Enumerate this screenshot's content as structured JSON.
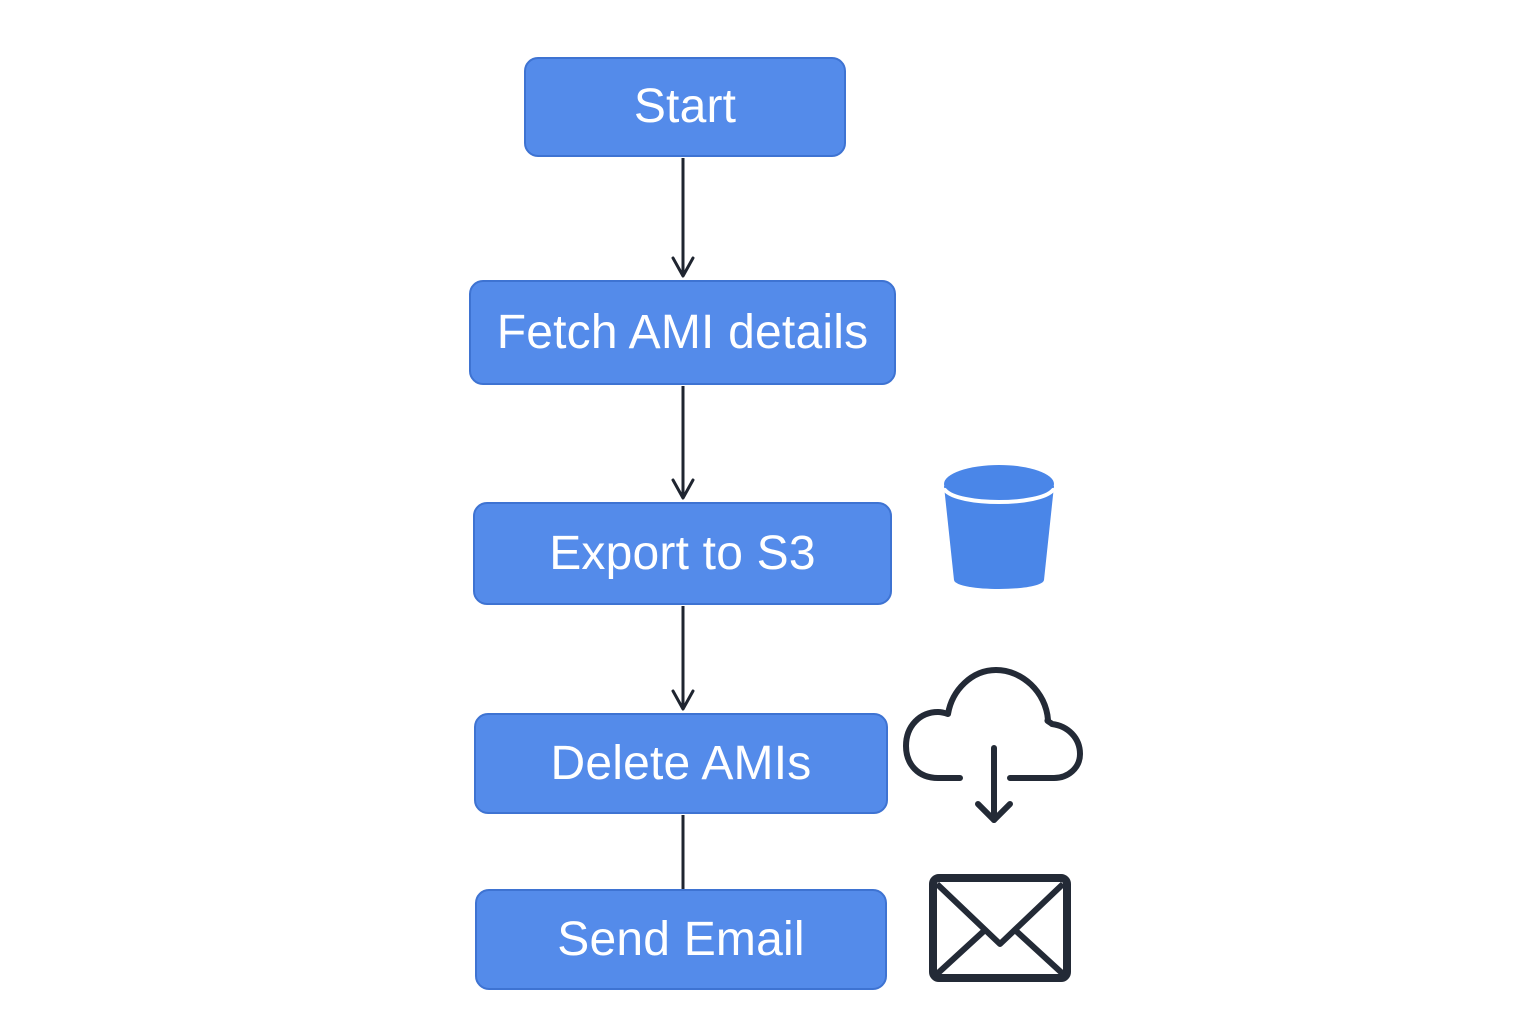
{
  "diagram": {
    "colors": {
      "box_fill": "#548bea",
      "box_border": "#3e73d2",
      "box_text": "#ffffff",
      "connector": "#1f2530",
      "bucket_fill": "#4a86e8",
      "line_icon": "#232a36"
    },
    "steps": [
      {
        "label": "Start"
      },
      {
        "label": "Fetch AMI details"
      },
      {
        "label": "Export to S3"
      },
      {
        "label": "Delete AMIs"
      },
      {
        "label": "Send Email"
      }
    ],
    "connectors": [
      {
        "from": "Start",
        "to": "Fetch AMI details",
        "arrow": true
      },
      {
        "from": "Fetch AMI details",
        "to": "Export to S3",
        "arrow": true
      },
      {
        "from": "Export to S3",
        "to": "Delete AMIs",
        "arrow": true
      },
      {
        "from": "Delete AMIs",
        "to": "Send Email",
        "arrow": false
      }
    ],
    "icons": [
      {
        "name": "bucket-icon",
        "beside": "Export to S3"
      },
      {
        "name": "cloud-download-icon",
        "beside": "Delete AMIs"
      },
      {
        "name": "envelope-icon",
        "beside": "Send Email"
      }
    ]
  }
}
